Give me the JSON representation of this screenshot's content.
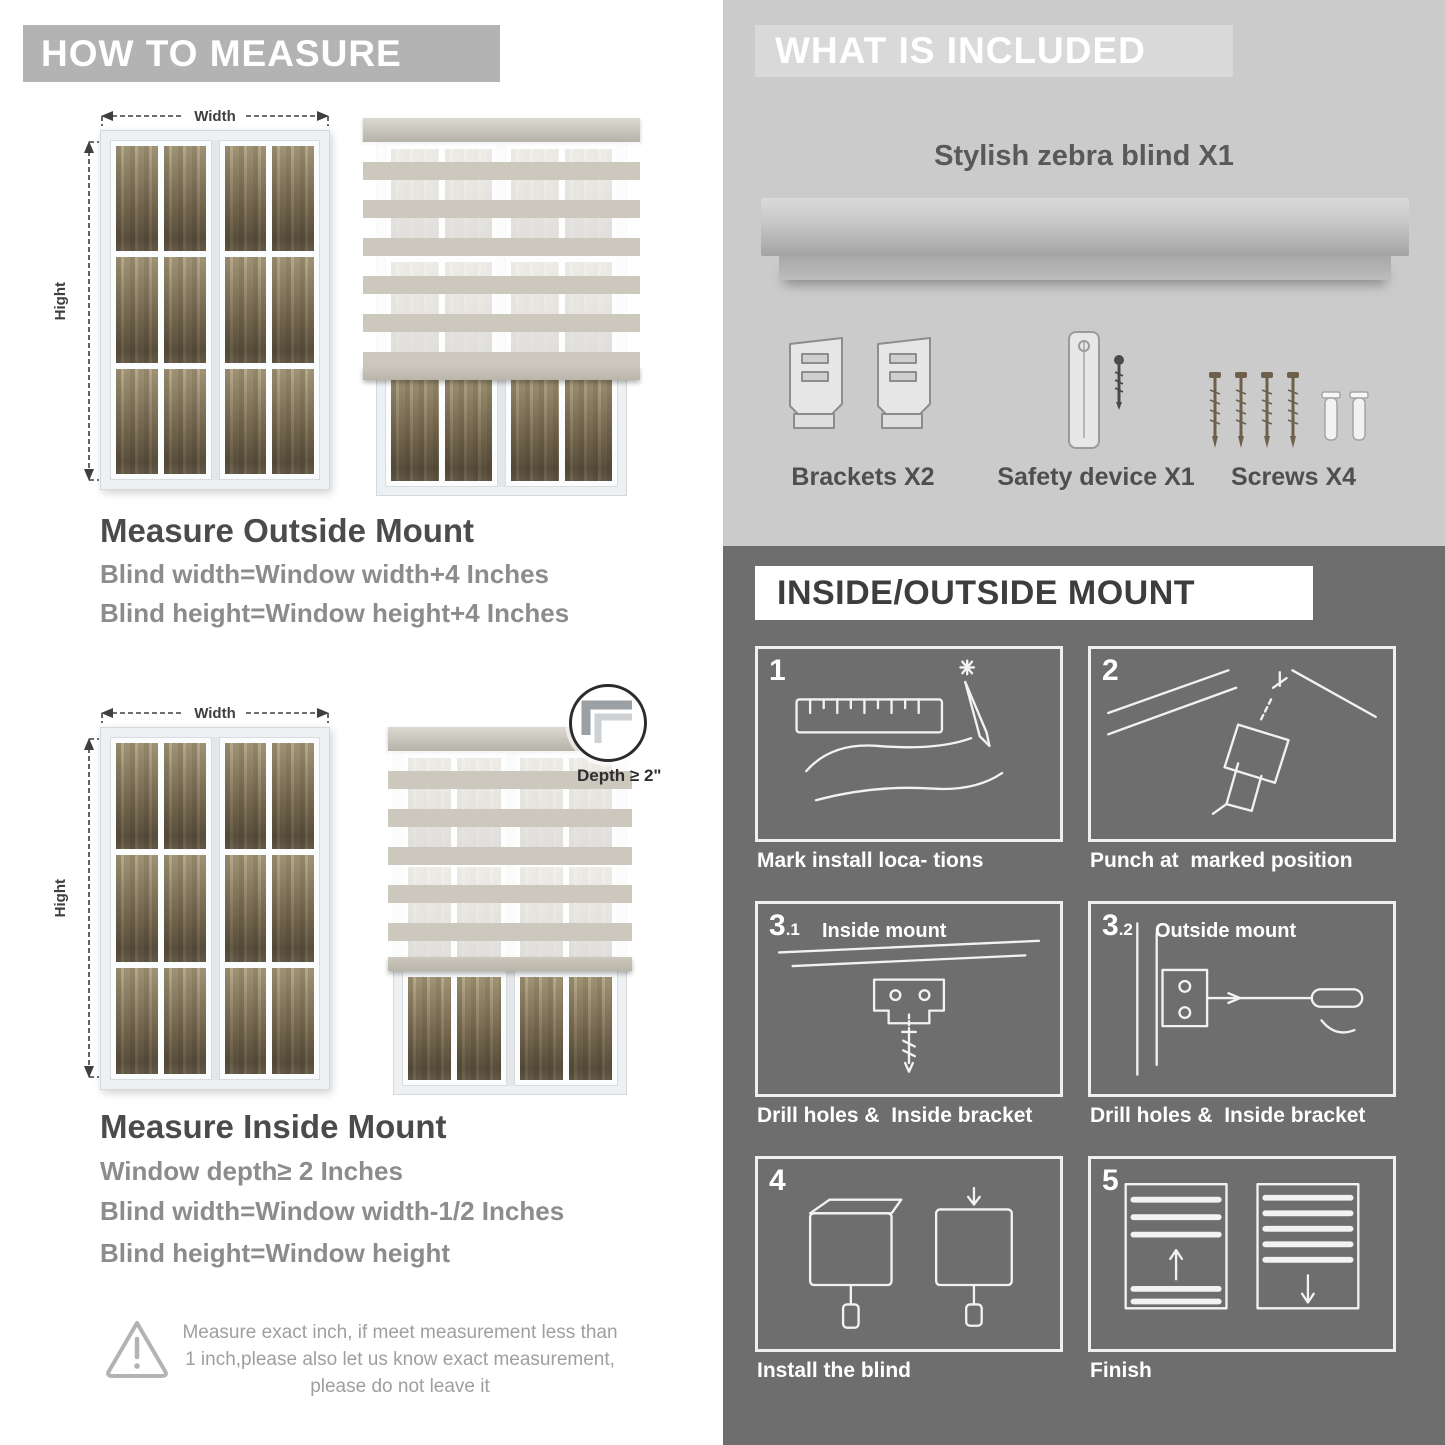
{
  "colors": {
    "left_banner_bg": "#b3b3b3",
    "included_bg": "#cbcbcb",
    "included_banner_bg": "#d9d9d9",
    "mount_bg": "#6e6e6e",
    "heading_text": "#4b4b4b",
    "body_text": "#8c8c8c"
  },
  "left": {
    "banner": "HOW TO MEASURE",
    "labels": {
      "width": "Width",
      "hight": "Hight"
    },
    "outside": {
      "heading": "Measure Outside Mount",
      "lines": [
        "Blind width=Window width+4 Inches",
        "Blind height=Window height+4 Inches"
      ]
    },
    "inside": {
      "depth_callout": "Depth ≥ 2\"",
      "heading": "Measure Inside Mount",
      "lines": [
        "Window depth≥ 2 Inches",
        "Blind width=Window width-1/2 Inches",
        "Blind height=Window height"
      ]
    },
    "warning_text": "Measure exact inch, if meet measurement less than 1 inch,please also let us know exact measurement, please do not leave it"
  },
  "right": {
    "included": {
      "banner": "WHAT IS INCLUDED",
      "blind_label": "Stylish zebra blind X1",
      "item_labels": [
        "Brackets X2",
        "Safety device X1",
        "Screws X4"
      ]
    },
    "mount": {
      "banner": "INSIDE/OUTSIDE MOUNT",
      "steps": [
        {
          "num": "1",
          "sub": "",
          "title": "",
          "caption": "Mark install loca- tions"
        },
        {
          "num": "2",
          "sub": "",
          "title": "",
          "caption": "Punch at  marked position"
        },
        {
          "num": "3",
          "sub": ".1",
          "title": "Inside mount",
          "caption": "Drill holes &  Inside bracket"
        },
        {
          "num": "3",
          "sub": ".2",
          "title": "Outside mount",
          "caption": "Drill holes &  Inside bracket"
        },
        {
          "num": "4",
          "sub": "",
          "title": "",
          "caption": "Install the blind"
        },
        {
          "num": "5",
          "sub": "",
          "title": "",
          "caption": "Finish"
        }
      ]
    }
  }
}
